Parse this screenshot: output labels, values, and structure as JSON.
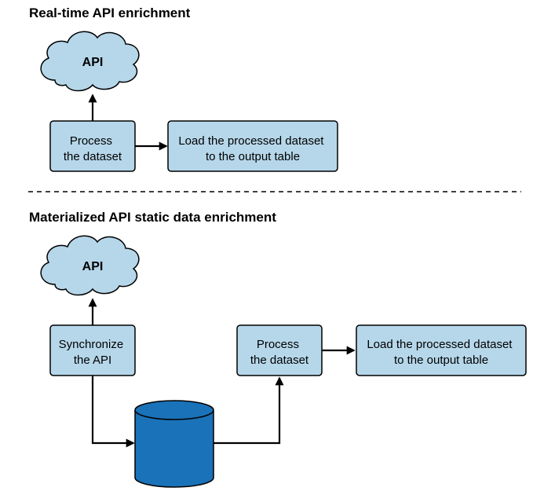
{
  "sections": {
    "realtime": {
      "title": "Real-time API enrichment",
      "cloud_label": "API",
      "process_line1": "Process",
      "process_line2": "the dataset",
      "load_line1": "Load the processed dataset",
      "load_line2": "to the output table"
    },
    "materialized": {
      "title": "Materialized API static data enrichment",
      "cloud_label": "API",
      "sync_line1": "Synchronize",
      "sync_line2": "the API",
      "process_line1": "Process",
      "process_line2": "the dataset",
      "load_line1": "Load the processed dataset",
      "load_line2": "to the output table"
    }
  },
  "colors": {
    "box_fill": "#b6d7ea",
    "database_fill": "#1a72b8",
    "stroke": "#000000"
  }
}
